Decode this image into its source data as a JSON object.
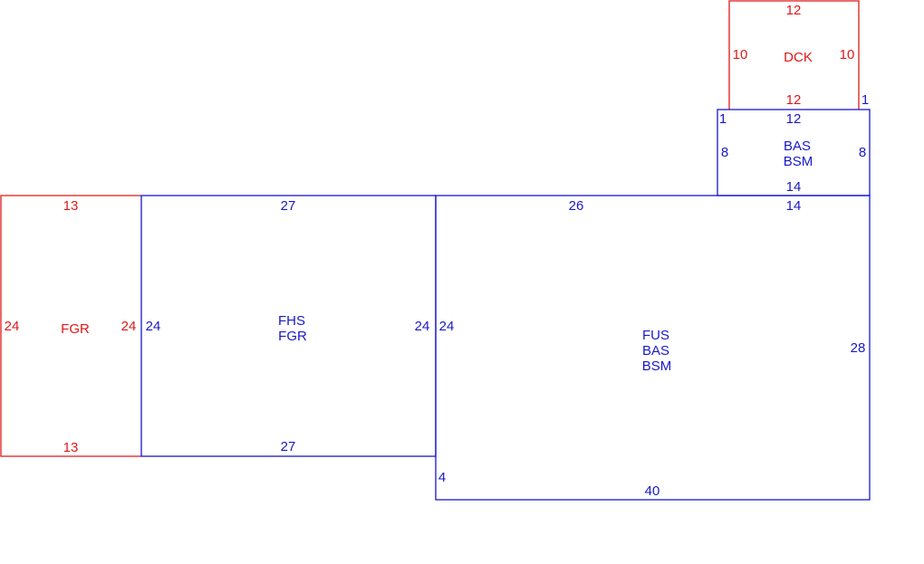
{
  "colors": {
    "red": "#e01818",
    "blue": "#1818c8",
    "background": "#ffffff"
  },
  "areas": [
    {
      "id": "dck",
      "color": "red",
      "codes": [
        "DCK"
      ],
      "dims": {
        "top": "12",
        "left": "10",
        "right": "10",
        "bottom": "12"
      }
    },
    {
      "id": "bas-small",
      "color": "blue",
      "codes": [
        "BAS",
        "BSM"
      ],
      "dims": {
        "top": "12",
        "left": "8",
        "right": "8",
        "bottom": "14",
        "corner_tl": "1",
        "corner_tr": "1"
      }
    },
    {
      "id": "fgr",
      "color": "red",
      "codes": [
        "FGR"
      ],
      "dims": {
        "top": "13",
        "left": "24",
        "right": "24",
        "bottom": "13"
      }
    },
    {
      "id": "fhs",
      "color": "blue",
      "codes": [
        "FHS",
        "FGR"
      ],
      "dims": {
        "top": "27",
        "left": "24",
        "right": "24",
        "bottom": "27"
      }
    },
    {
      "id": "fus",
      "color": "blue",
      "codes": [
        "FUS",
        "BAS",
        "BSM"
      ],
      "dims": {
        "top_left": "26",
        "top_right": "14",
        "left": "24",
        "jog": "4",
        "right": "28",
        "bottom": "40"
      }
    }
  ]
}
